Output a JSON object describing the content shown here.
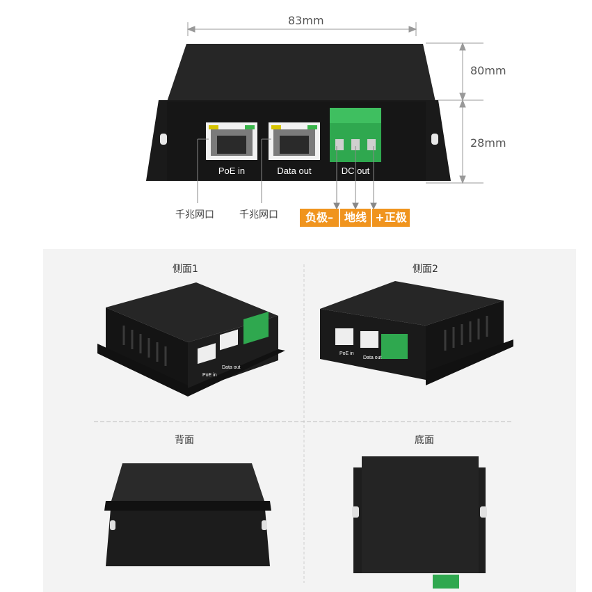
{
  "dimensions": {
    "width_label": "83mm",
    "depth_label": "80mm",
    "height_label": "28mm"
  },
  "ports": {
    "poe_in": "PoE in",
    "data_out": "Data out",
    "dc_out": "DC out"
  },
  "callouts": {
    "gigabit_left": "千兆网口",
    "gigabit_right": "千兆网口"
  },
  "terminals": {
    "negative": "负极–",
    "ground": "地线",
    "positive": "+正极"
  },
  "views": {
    "side1": "侧面1",
    "side2": "侧面2",
    "back": "背面",
    "bottom": "底面"
  },
  "small_labels": {
    "poe_in": "PoE in",
    "data_out": "Data out"
  },
  "colors": {
    "device_body": "#1c1c1c",
    "terminal_green": "#2fa84f",
    "badge_orange": "#f0941e",
    "panel_bg": "#f3f3f3"
  }
}
